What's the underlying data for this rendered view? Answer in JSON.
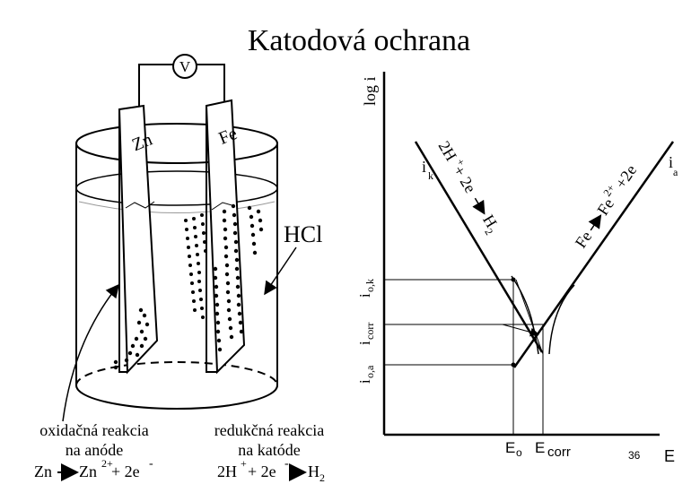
{
  "title": "Katodová ochrana",
  "cell": {
    "voltmeter": "V",
    "zn_label": "Zn",
    "fe_label": "Fe",
    "hcl_label": "HCl",
    "left_caption_line1": "oxidačná reakcia",
    "left_caption_line2": "na anóde",
    "left_eq_a": "Zn",
    "left_eq_b": "Zn",
    "left_eq_b_sup": "2+",
    "left_eq_c": " + 2e",
    "left_eq_c_sup": "-",
    "right_caption_line1": "redukčná reakcia",
    "right_caption_line2": "na katóde",
    "right_eq_a": "2H",
    "right_eq_a_sup": "+",
    "right_eq_b": " + 2e",
    "right_eq_b_sup": "-",
    "right_eq_c": "H",
    "right_eq_c_sub": "2"
  },
  "evans": {
    "y_axis_label": "log i",
    "x_axis_label": "E",
    "ik": "i",
    "ik_sub": "k",
    "ia": "i",
    "ia_sub": "a",
    "io_k": "i",
    "io_k_sub": "o,k",
    "i_corr": "i",
    "i_corr_sub": "corr",
    "io_a": "i",
    "io_a_sub": "o,a",
    "e0": "E",
    "e0_sub": "o",
    "ecorr": "E",
    "ecorr_sub": "corr",
    "cathodic_reaction": "2H",
    "cathodic_sup": "+",
    "cathodic_rest": " + 2e",
    "cathodic_h2": "H",
    "cathodic_h2_sub": "2",
    "anodic_a": "Fe",
    "anodic_b": "Fe",
    "anodic_sup": "2+",
    "anodic_rest": "+2e"
  },
  "page_number": "36"
}
